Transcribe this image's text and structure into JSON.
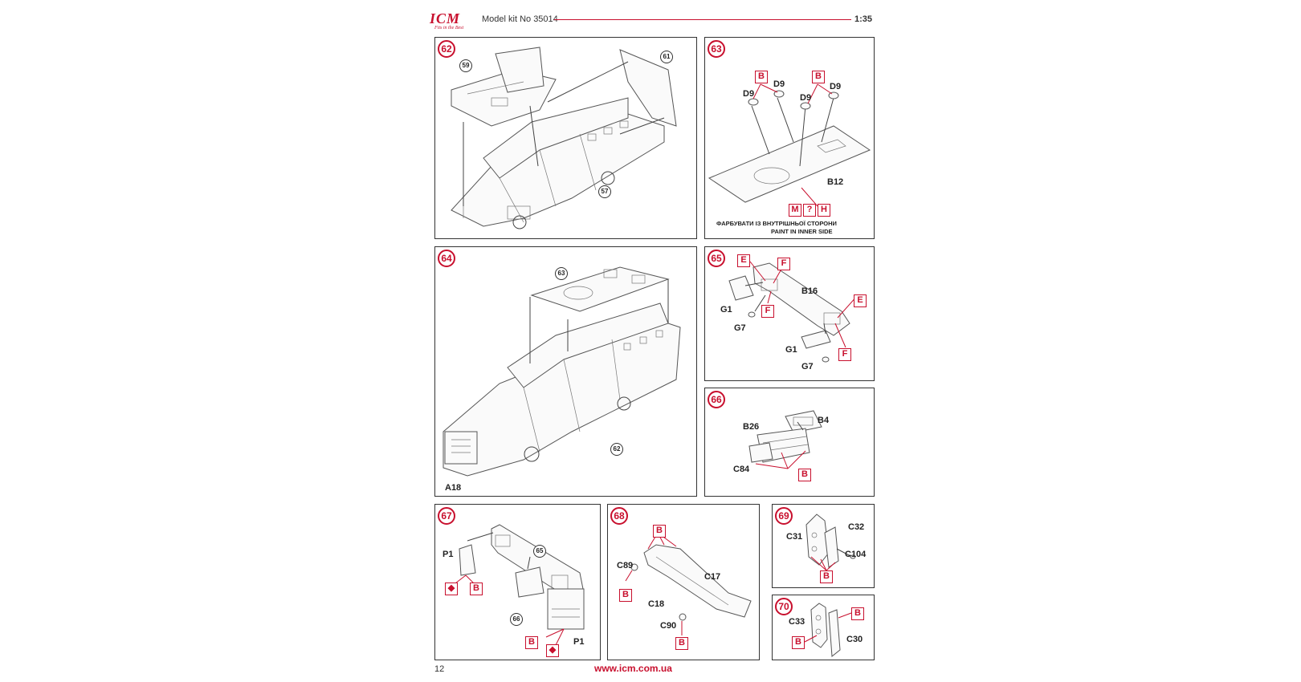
{
  "header": {
    "logo": "ICM",
    "logo_tagline": "Fits in the Best",
    "kit": "Model kit No 35014",
    "scale": "1:35"
  },
  "footer": {
    "page_number": "12",
    "url": "www.icm.com.ua"
  },
  "colors": {
    "accent": "#c8102e",
    "line": "#333333"
  },
  "steps": {
    "s62": {
      "number": "62",
      "refs": [
        "59",
        "61",
        "57"
      ]
    },
    "s63": {
      "number": "63",
      "parts": [
        "D9",
        "D9",
        "D9",
        "D9",
        "B12"
      ],
      "tags": [
        "B",
        "B"
      ],
      "paint": [
        "M",
        "?",
        "H"
      ],
      "note_ua": "ФАРБУВАТИ ІЗ ВНУТРІШНЬОЇ СТОРОНИ",
      "note_en": "PAINT IN INNER SIDE"
    },
    "s64": {
      "number": "64",
      "refs": [
        "63",
        "62"
      ],
      "parts": [
        "A18"
      ]
    },
    "s65": {
      "number": "65",
      "parts": [
        "B16",
        "G1",
        "G7",
        "G1",
        "G7"
      ],
      "tags": [
        "E",
        "F",
        "F",
        "E",
        "F"
      ]
    },
    "s66": {
      "number": "66",
      "parts": [
        "B26",
        "B4",
        "C84"
      ],
      "tags": [
        "B"
      ]
    },
    "s67": {
      "number": "67",
      "refs": [
        "65",
        "66"
      ],
      "parts": [
        "P1",
        "P1"
      ],
      "tags": [
        "B",
        "B"
      ]
    },
    "s68": {
      "number": "68",
      "parts": [
        "C89",
        "C17",
        "C18",
        "C90"
      ],
      "tags": [
        "B",
        "B",
        "B"
      ]
    },
    "s69": {
      "number": "69",
      "parts": [
        "C31",
        "C32",
        "C104"
      ],
      "tags": [
        "B"
      ]
    },
    "s70": {
      "number": "70",
      "parts": [
        "C33",
        "C30"
      ],
      "tags": [
        "B",
        "B"
      ]
    }
  }
}
